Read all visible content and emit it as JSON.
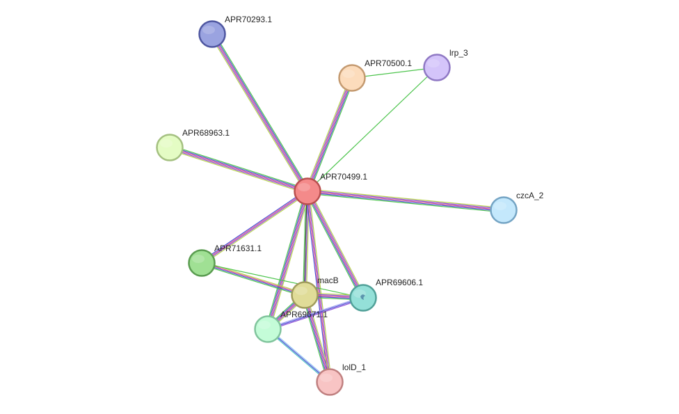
{
  "network": {
    "nodes": [
      {
        "id": "APR70499.1",
        "label": "APR70499.1",
        "fill": "#f48a8a",
        "stroke": "#b84f4f"
      },
      {
        "id": "APR70293.1",
        "label": "APR70293.1",
        "fill": "#9aa3e0",
        "stroke": "#4e56a0"
      },
      {
        "id": "APR70500.1",
        "label": "APR70500.1",
        "fill": "#fcdcbc",
        "stroke": "#c49a70"
      },
      {
        "id": "lrp_3",
        "label": "lrp_3",
        "fill": "#d4c4fa",
        "stroke": "#8f78c4"
      },
      {
        "id": "APR68963.1",
        "label": "APR68963.1",
        "fill": "#e4fcc4",
        "stroke": "#a4c080"
      },
      {
        "id": "czcA_2",
        "label": "czcA_2",
        "fill": "#c4e8fc",
        "stroke": "#74a4c4"
      },
      {
        "id": "APR71631.1",
        "label": "APR71631.1",
        "fill": "#a0e094",
        "stroke": "#5a9c50"
      },
      {
        "id": "macB",
        "label": "macB",
        "fill": "#e0dc98",
        "stroke": "#a09c5c"
      },
      {
        "id": "APR69606.1",
        "label": "APR69606.1",
        "fill": "#94e0d8",
        "stroke": "#50a098"
      },
      {
        "id": "APR69671.1",
        "label": "APR69671.1",
        "fill": "#c4fcd8",
        "stroke": "#80c49c"
      },
      {
        "id": "lolD_1",
        "label": "lolD_1",
        "fill": "#f8c4c4",
        "stroke": "#c08080"
      }
    ],
    "edges": [
      {
        "from": "APR70499.1",
        "to": "APR70293.1",
        "colors": [
          "#b8d44c",
          "#8c4cd4",
          "#d44c8c",
          "#4c4cd4",
          "#4cc44c"
        ]
      },
      {
        "from": "APR70499.1",
        "to": "APR70500.1",
        "colors": [
          "#b8d44c",
          "#8c4cd4",
          "#d44c8c",
          "#4c4cd4",
          "#4cc44c"
        ]
      },
      {
        "from": "APR70499.1",
        "to": "lrp_3",
        "colors": [
          "#4cc44c"
        ]
      },
      {
        "from": "APR70500.1",
        "to": "lrp_3",
        "colors": [
          "#4cc44c"
        ]
      },
      {
        "from": "APR70499.1",
        "to": "APR68963.1",
        "colors": [
          "#b8d44c",
          "#8c4cd4",
          "#d44c8c",
          "#4c4cd4",
          "#4cc44c"
        ]
      },
      {
        "from": "APR70499.1",
        "to": "czcA_2",
        "colors": [
          "#b8d44c",
          "#8c4cd4",
          "#d44c8c",
          "#4c4cd4",
          "#4cc44c"
        ]
      },
      {
        "from": "APR70499.1",
        "to": "APR71631.1",
        "colors": [
          "#b8d44c",
          "#8c4cd4",
          "#d44c8c",
          "#4c4cd4"
        ]
      },
      {
        "from": "APR70499.1",
        "to": "macB",
        "colors": [
          "#b8d44c",
          "#8c4cd4",
          "#333333",
          "#4cc44c"
        ]
      },
      {
        "from": "APR70499.1",
        "to": "APR69606.1",
        "colors": [
          "#b8d44c",
          "#8c4cd4",
          "#d44c8c",
          "#4c4cd4",
          "#4cc44c"
        ]
      },
      {
        "from": "APR70499.1",
        "to": "APR69671.1",
        "colors": [
          "#b8d44c",
          "#8c4cd4",
          "#d44c8c",
          "#4c4cd4",
          "#4cc44c"
        ]
      },
      {
        "from": "APR70499.1",
        "to": "lolD_1",
        "colors": [
          "#b8d44c",
          "#8c4cd4",
          "#d44c8c",
          "#4c4cd4"
        ]
      },
      {
        "from": "APR71631.1",
        "to": "macB",
        "colors": [
          "#b8d44c",
          "#d44c8c",
          "#4c4cd4",
          "#4cc44c"
        ]
      },
      {
        "from": "APR71631.1",
        "to": "APR69606.1",
        "colors": [
          "#4cc44c"
        ]
      },
      {
        "from": "macB",
        "to": "APR69606.1",
        "colors": [
          "#b8d44c",
          "#8c4cd4",
          "#d44c8c",
          "#4c4cd4",
          "#4cc44c"
        ]
      },
      {
        "from": "macB",
        "to": "APR69671.1",
        "colors": [
          "#b8d44c",
          "#8c4cd4",
          "#d44c8c",
          "#4c4cd4",
          "#4cc44c"
        ]
      },
      {
        "from": "macB",
        "to": "lolD_1",
        "colors": [
          "#b8d44c",
          "#8c4cd4",
          "#d44c8c",
          "#4c4cd4",
          "#4cc44c"
        ]
      },
      {
        "from": "APR69606.1",
        "to": "APR69671.1",
        "colors": [
          "#8c4cd4",
          "#4c4cd4",
          "#a0a0f0"
        ]
      },
      {
        "from": "APR69671.1",
        "to": "lolD_1",
        "colors": [
          "#8cc4f0",
          "#4c4cd4",
          "#4cc4c4"
        ]
      }
    ]
  }
}
